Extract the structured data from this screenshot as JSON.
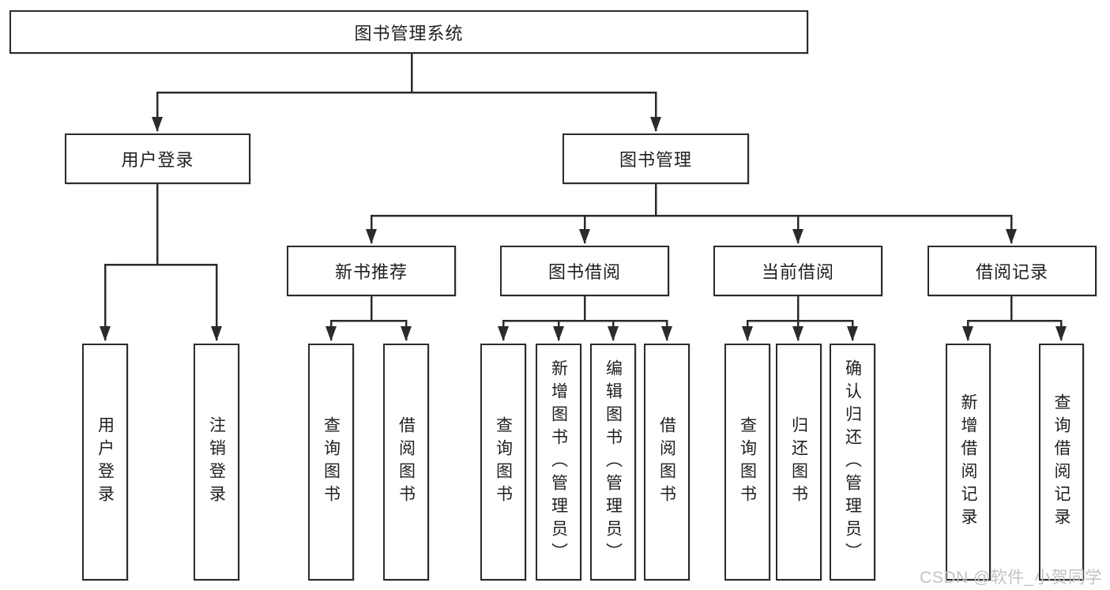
{
  "diagram": {
    "root": {
      "label": "图书管理系统"
    },
    "branches": [
      {
        "label": "用户登录",
        "children": [
          "用户登录",
          "注销登录"
        ]
      },
      {
        "label": "图书管理",
        "children": [
          {
            "label": "新书推荐",
            "children": [
              "查询图书",
              "借阅图书"
            ]
          },
          {
            "label": "图书借阅",
            "children": [
              "查询图书",
              "新增图书（管理员）",
              "编辑图书（管理员）",
              "借阅图书"
            ]
          },
          {
            "label": "当前借阅",
            "children": [
              "查询图书",
              "归还图书",
              "确认归还（管理员）"
            ]
          },
          {
            "label": "借阅记录",
            "children": [
              "新增借阅记录",
              "查询借阅记录"
            ]
          }
        ]
      }
    ]
  },
  "watermark": {
    "text": "CSDN @软件_小贺同学"
  },
  "colors": {
    "line": "#2b2b2b",
    "box_border": "#2b2b2b",
    "box_background": "#ffffff",
    "text": "#1f1f1f",
    "watermark": "#c2c2c2",
    "page_background": "#ffffff"
  }
}
